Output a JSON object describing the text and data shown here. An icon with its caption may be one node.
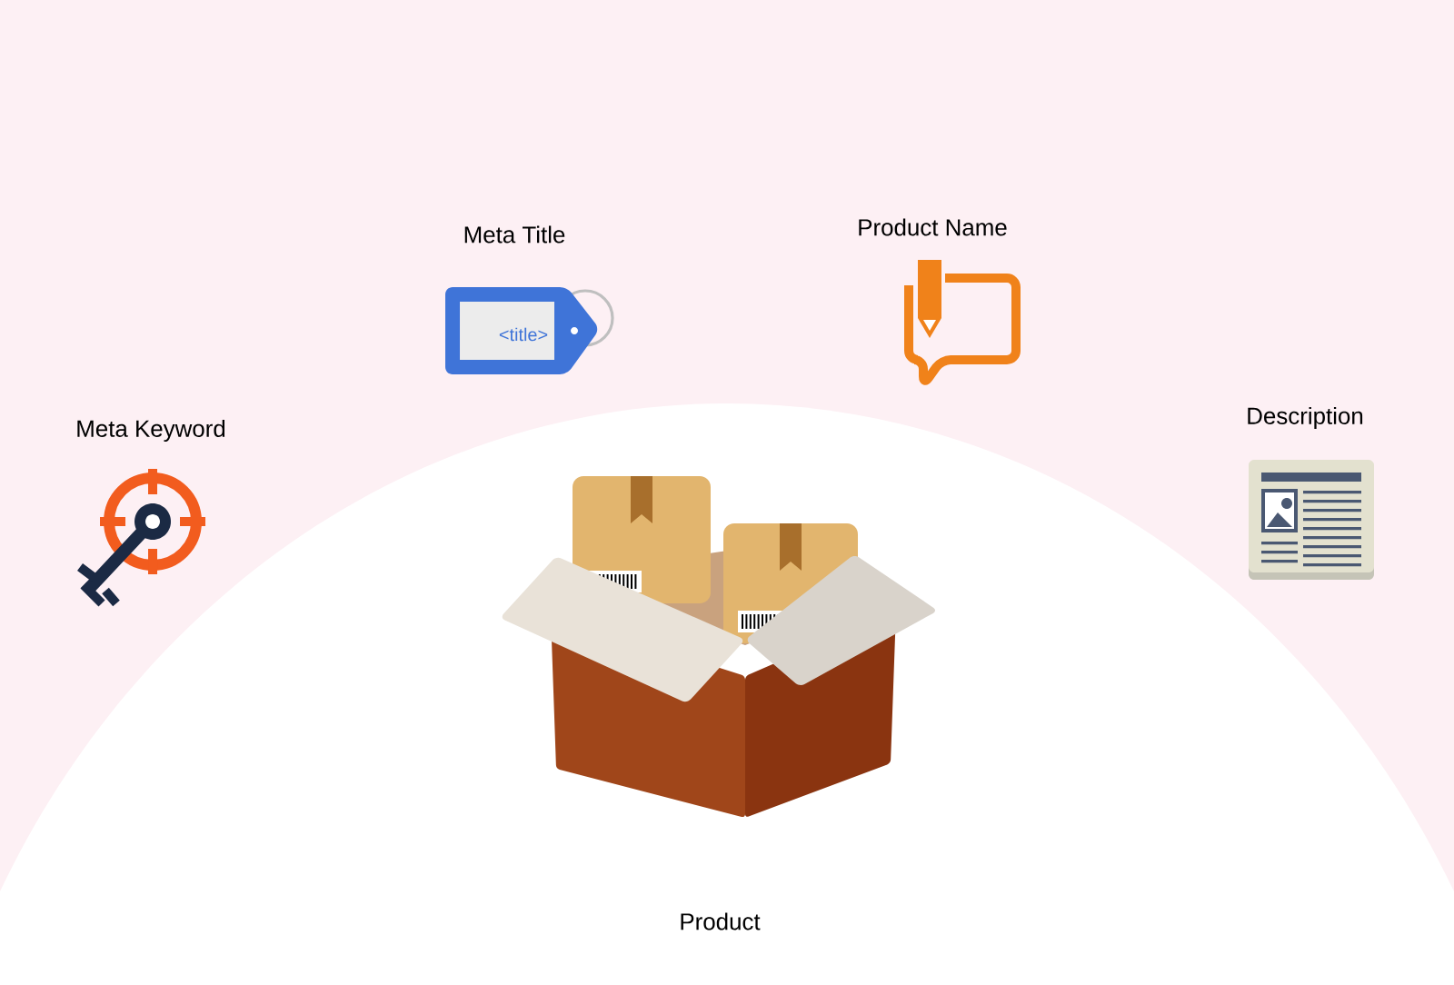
{
  "diagram": {
    "labels": [
      "Product Name",
      "Meta Title",
      "<title>",
      "Description",
      "Meta Keyword",
      "Product"
    ]
  }
}
